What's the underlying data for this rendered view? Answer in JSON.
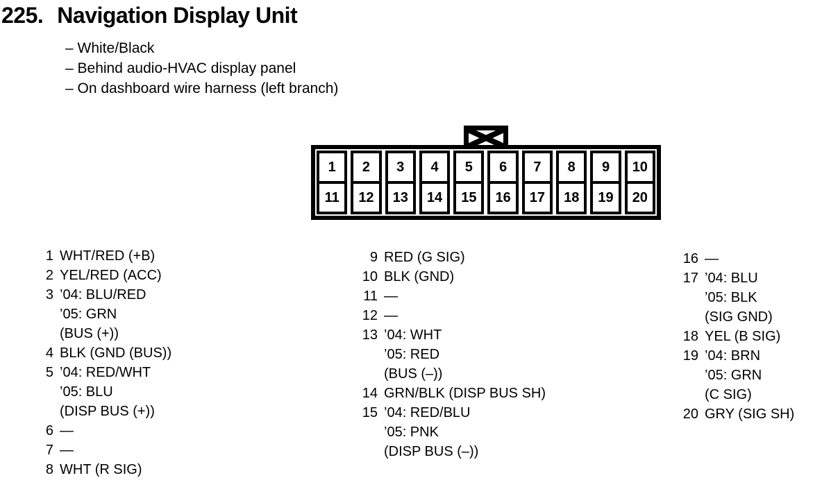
{
  "colors": {
    "ink": "#000000",
    "paper": "#ffffff"
  },
  "header": {
    "section_number": "225.",
    "title": "Navigation Display Unit",
    "note_dash": "–",
    "notes": [
      "White/Black",
      "Behind audio-HVAC display panel",
      "On dashboard wire harness (left branch)"
    ]
  },
  "connector": {
    "keying_tab_icon": "crossed-box-icon",
    "top_row": [
      "1",
      "2",
      "3",
      "4",
      "5",
      "6",
      "7",
      "8",
      "9",
      "10"
    ],
    "bottom_row": [
      "11",
      "12",
      "13",
      "14",
      "15",
      "16",
      "17",
      "18",
      "19",
      "20"
    ]
  },
  "pinout": {
    "columns": [
      {
        "entries": [
          {
            "pin": "1",
            "lines": [
              "WHT/RED (+B)"
            ]
          },
          {
            "pin": "2",
            "lines": [
              "YEL/RED (ACC)"
            ]
          },
          {
            "pin": "3",
            "lines": [
              "’04: BLU/RED",
              "’05: GRN",
              "(BUS (+))"
            ]
          },
          {
            "pin": "4",
            "lines": [
              "BLK (GND (BUS))"
            ]
          },
          {
            "pin": "5",
            "lines": [
              "’04: RED/WHT",
              "’05: BLU",
              "(DISP BUS (+))"
            ]
          },
          {
            "pin": "6",
            "lines": [
              "—"
            ]
          },
          {
            "pin": "7",
            "lines": [
              "—"
            ]
          },
          {
            "pin": "8",
            "lines": [
              "WHT (R SIG)"
            ]
          }
        ]
      },
      {
        "entries": [
          {
            "pin": "9",
            "lines": [
              "RED (G SIG)"
            ]
          },
          {
            "pin": "10",
            "lines": [
              "BLK (GND)"
            ]
          },
          {
            "pin": "11",
            "lines": [
              "—"
            ]
          },
          {
            "pin": "12",
            "lines": [
              "—"
            ]
          },
          {
            "pin": "13",
            "lines": [
              "’04: WHT",
              "’05: RED",
              "(BUS (–))"
            ]
          },
          {
            "pin": "14",
            "lines": [
              "GRN/BLK (DISP BUS SH)"
            ]
          },
          {
            "pin": "15",
            "lines": [
              "’04: RED/BLU",
              "’05: PNK",
              "(DISP BUS (–))"
            ]
          }
        ]
      },
      {
        "entries": [
          {
            "pin": "16",
            "lines": [
              "—"
            ]
          },
          {
            "pin": "17",
            "lines": [
              "’04: BLU",
              "’05: BLK",
              "(SIG GND)"
            ]
          },
          {
            "pin": "18",
            "lines": [
              "YEL (B SIG)"
            ]
          },
          {
            "pin": "19",
            "lines": [
              "’04: BRN",
              "’05: GRN",
              "(C SIG)"
            ]
          },
          {
            "pin": "20",
            "lines": [
              "GRY (SIG SH)"
            ]
          }
        ]
      }
    ]
  }
}
